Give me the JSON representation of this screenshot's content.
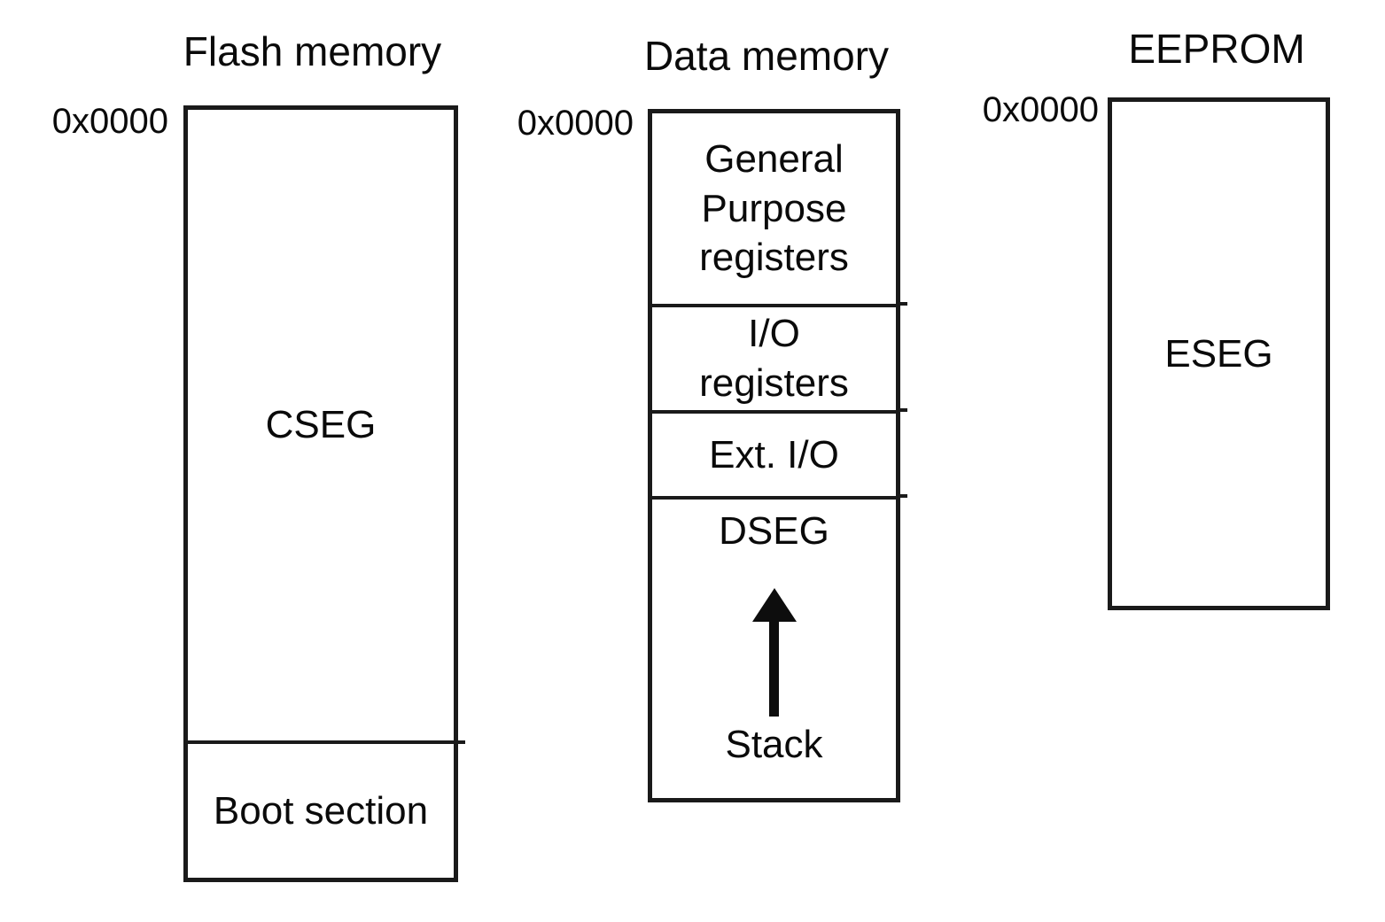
{
  "diagram": {
    "background_color": "#ffffff",
    "line_color": "#1a1a1a",
    "text_color": "#0a0a0a"
  },
  "flash": {
    "title": "Flash memory",
    "address_label": "0x0000",
    "cseg_label": "CSEG",
    "boot_label": "Boot section"
  },
  "data_memory": {
    "title": "Data memory",
    "address_label": "0x0000",
    "gp_registers_label": "General\nPurpose\nregisters",
    "io_registers_label": "I/O\nregisters",
    "ext_io_label": "Ext. I/O",
    "dseg_label": "DSEG",
    "stack_label": "Stack",
    "stack_arrow_icon": "arrow-up-icon"
  },
  "eeprom": {
    "title": "EEPROM",
    "address_label": "0x0000",
    "eseg_label": "ESEG"
  }
}
